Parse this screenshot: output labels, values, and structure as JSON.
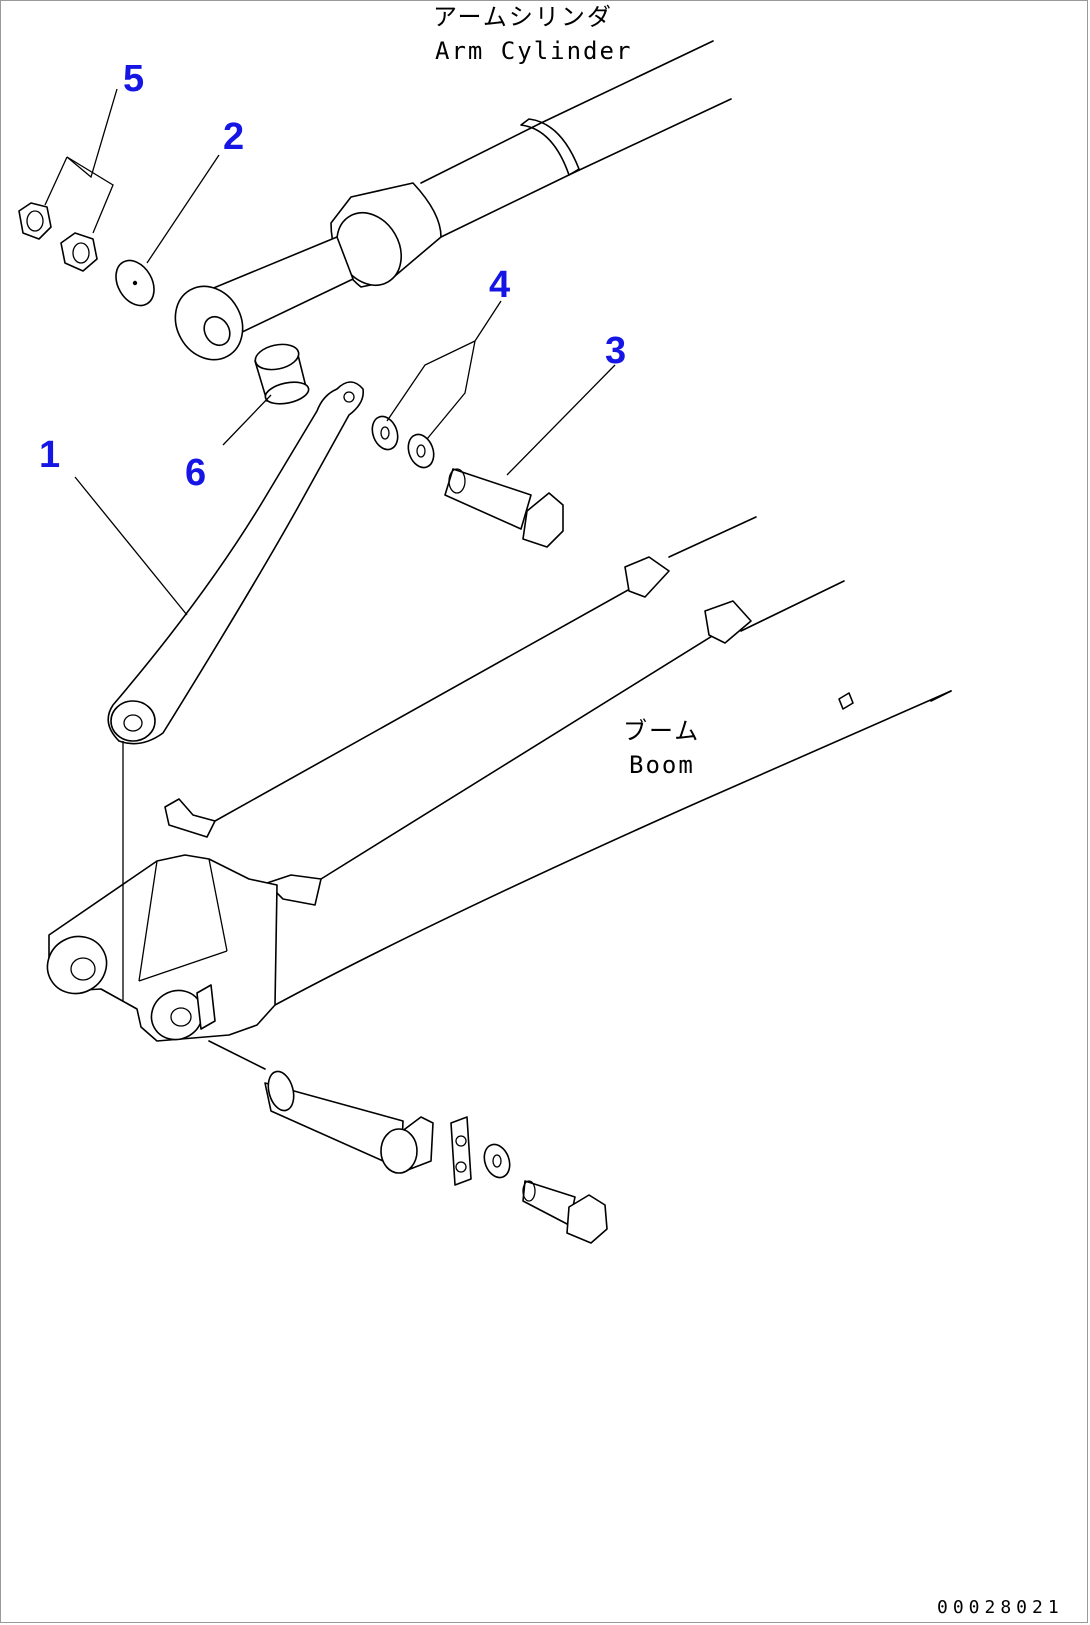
{
  "labels": {
    "arm_cylinder_jp": "アームシリンダ",
    "arm_cylinder_en": "Arm Cylinder",
    "boom_jp": "ブーム",
    "boom_en": "Boom"
  },
  "callouts": {
    "c1": "1",
    "c2": "2",
    "c3": "3",
    "c4": "4",
    "c5": "5",
    "c6": "6"
  },
  "doc_number": "00028021",
  "colors": {
    "callout": "#1515e6",
    "linework": "#000000",
    "background": "#ffffff"
  }
}
